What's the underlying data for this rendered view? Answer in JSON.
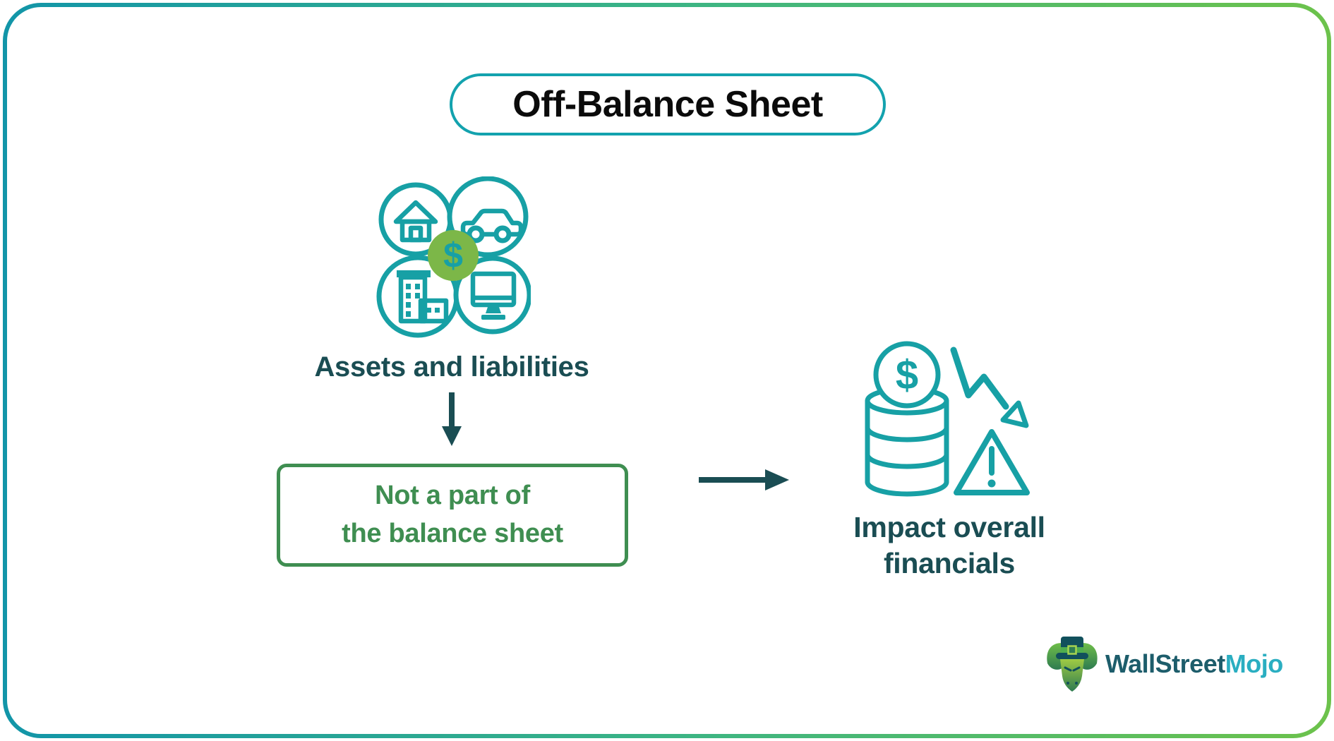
{
  "title": {
    "label": "Off-Balance Sheet"
  },
  "flow": {
    "assets_label": "Assets and liabilities",
    "box": {
      "line1": "Not a part of",
      "line2": "the balance sheet"
    },
    "impact": {
      "line1": "Impact overall",
      "line2": "financials"
    }
  },
  "icons": {
    "dollar_glyph": "$",
    "cluster": [
      "house-icon",
      "car-icon",
      "building-icon",
      "computer-icon",
      "dollar-badge-icon"
    ],
    "impact": [
      "dollar-coin-icon",
      "coin-stack-icon",
      "decline-arrow-icon",
      "warning-triangle-icon"
    ]
  },
  "branding": {
    "name_part1": "WallStreet",
    "name_part2": "Mojo"
  },
  "colors": {
    "icon_teal": "#17A0A5",
    "dark_teal_text": "#1A4D53",
    "box_green": "#3F8E51",
    "badge_lime": "#7CB748",
    "title_border": "#13A2AE",
    "frame_gradient_start": "#1295A8",
    "frame_gradient_end": "#6CC24B",
    "brand_dark": "#1D5D6B",
    "brand_cyan": "#2AAEC1"
  }
}
